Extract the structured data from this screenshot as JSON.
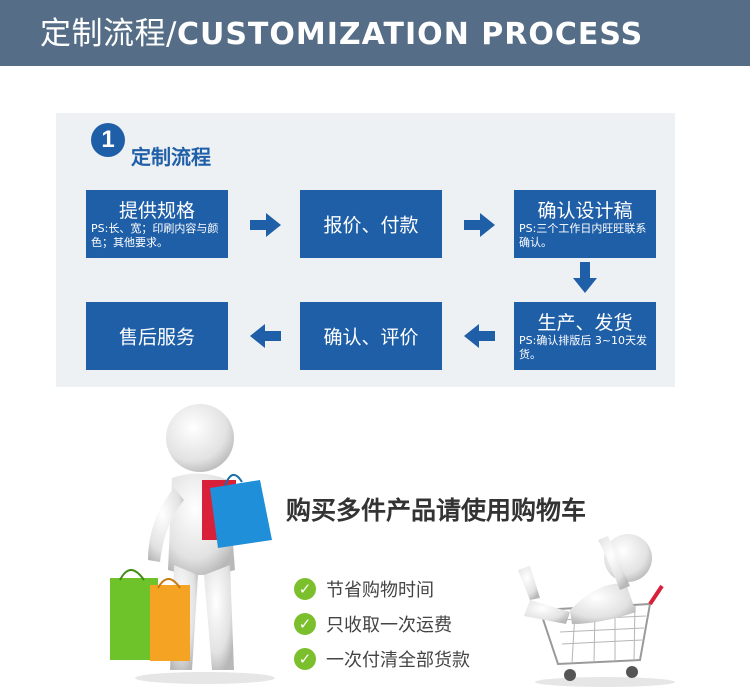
{
  "header": {
    "title_cn": "定制流程/",
    "title_en": "CUSTOMIZATION PROCESS"
  },
  "process": {
    "step_number": "1",
    "step_title": "定制流程",
    "boxes": [
      {
        "title": "提供规格",
        "note": "PS:长、宽；印刷内容与颜色；其他要求。"
      },
      {
        "title": "报价、付款"
      },
      {
        "title": "确认设计稿",
        "note": "PS:三个工作日内旺旺联系确认。"
      },
      {
        "title": "售后服务"
      },
      {
        "title": "确认、评价"
      },
      {
        "title": "生产、发货",
        "note": "PS:确认排版后 3~10天发货。"
      }
    ],
    "accent_color": "#1f5fa8"
  },
  "promo": {
    "headline": "购买多件产品请使用购物车",
    "benefits": [
      "节省购物时间",
      "只收取一次运费",
      "一次付清全部货款"
    ],
    "check_color": "#7cbf2c"
  }
}
